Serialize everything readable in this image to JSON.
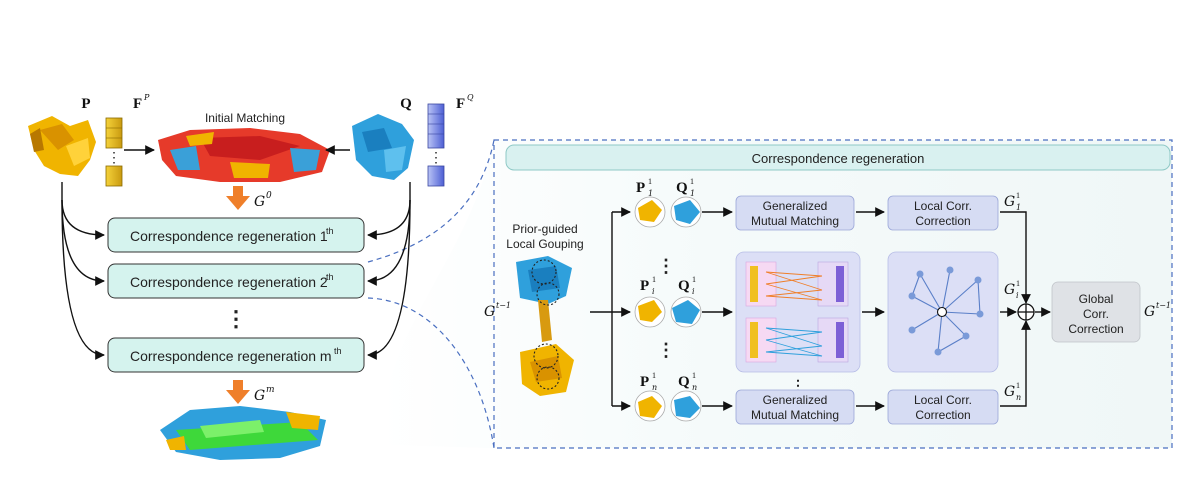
{
  "left": {
    "label_p": "P",
    "label_fp": "F",
    "label_fp_sup": "P",
    "label_q": "Q",
    "label_fq": "F",
    "label_fq_sup": "Q",
    "initial_matching": "Initial Matching",
    "g0": "G",
    "g0_sup": "0",
    "gm": "G",
    "gm_sup": "m",
    "regen_1": "Correspondence regeneration  1",
    "regen_1_sup": "th",
    "regen_2": "Correspondence regeneration  2",
    "regen_2_sup": "th",
    "regen_m": "Correspondence regeneration  m",
    "regen_m_sup": "th",
    "dots": "⋮"
  },
  "right": {
    "panel_title": "Correspondence regeneration",
    "prior_guided_1": "Prior-guided",
    "prior_guided_2": "Local Gouping",
    "g_in": "G",
    "g_in_sup": "t−1",
    "g_out": "G",
    "g_out_sup": "t−1",
    "p1": "P",
    "p1_sup": "1",
    "p1_sub": "1",
    "q1": "Q",
    "q1_sup": "1",
    "q1_sub": "1",
    "pi": "P",
    "pi_sup": "1",
    "pi_sub": "i",
    "qi": "Q",
    "qi_sup": "1",
    "qi_sub": "i",
    "pn": "P",
    "pn_sup": "1",
    "pn_sub": "n",
    "qn": "Q",
    "qn_sup": "1",
    "qn_sub": "n",
    "gmm_1": "Generalized",
    "gmm_2": "Mutual Matching",
    "lcc_1": "Local Corr.",
    "lcc_2": "Correction",
    "gcc_1": "Global",
    "gcc_2": "Corr.",
    "gcc_3": "Correction",
    "g1": "G",
    "g1_sup": "1",
    "g1_sub": "1",
    "gi": "G",
    "gi_sup": "1",
    "gi_sub": "i",
    "gn": "G",
    "gn_sup": "1",
    "gn_sub": "n",
    "vdots": "⋮"
  }
}
